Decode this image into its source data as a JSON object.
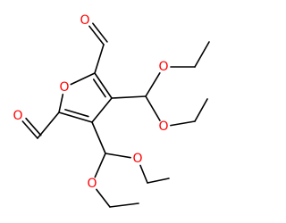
{
  "colors": {
    "bond": "#000000",
    "oxygen": "#ff0000",
    "background": "#ffffff"
  },
  "atoms": {
    "ring_oxygen": "O",
    "aldehyde_oxygen_top": "O",
    "aldehyde_oxygen_left": "O",
    "acetal_oxygen_upper_1": "O",
    "acetal_oxygen_upper_2": "O",
    "acetal_oxygen_lower_1": "O",
    "acetal_oxygen_lower_2": "O"
  }
}
